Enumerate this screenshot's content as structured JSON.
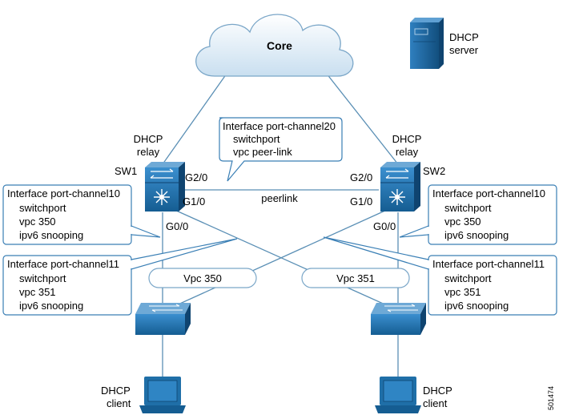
{
  "core": {
    "label": "Core"
  },
  "dhcp_server": {
    "line1": "DHCP",
    "line2": "server"
  },
  "sw1": {
    "name": "SW1",
    "role_line1": "DHCP",
    "role_line2": "relay",
    "port_g2": "G2/0",
    "port_g1": "G1/0",
    "port_g0": "G0/0"
  },
  "sw2": {
    "name": "SW2",
    "role_line1": "DHCP",
    "role_line2": "relay",
    "port_g2": "G2/0",
    "port_g1": "G1/0",
    "port_g0": "G0/0"
  },
  "peer_link": {
    "label": "peerlink"
  },
  "callout_pc20": {
    "lines": [
      "Interface port-channel20",
      "switchport",
      "vpc peer-link"
    ]
  },
  "callout_left_pc10": {
    "lines": [
      "Interface port-channel10",
      "switchport",
      "vpc 350",
      "ipv6 snooping"
    ]
  },
  "callout_left_pc11": {
    "lines": [
      "Interface port-channel11",
      "switchport",
      "vpc 351",
      "ipv6 snooping"
    ]
  },
  "callout_right_pc10": {
    "lines": [
      "Interface port-channel10",
      "switchport",
      "vpc 350",
      "ipv6 snooping"
    ]
  },
  "callout_right_pc11": {
    "lines": [
      "Interface port-channel11",
      "switchport",
      "vpc 351",
      "ipv6 snooping"
    ]
  },
  "vpc_left": {
    "label": "Vpc 350"
  },
  "vpc_right": {
    "label": "Vpc 351"
  },
  "client_left": {
    "line1": "DHCP",
    "line2": "client"
  },
  "client_right": {
    "line1": "DHCP",
    "line2": "client"
  },
  "figure_id": "501474",
  "colors": {
    "device_blue": "#1f6fa8",
    "link_blue": "#5a8fb5",
    "callout_border": "#3a7fb5",
    "cloud_fill": "#dbeaf5"
  }
}
